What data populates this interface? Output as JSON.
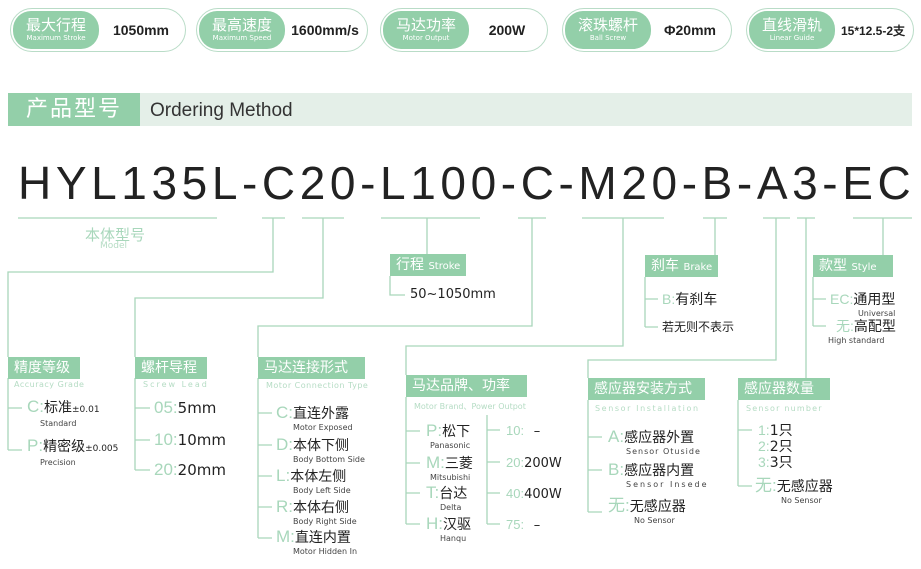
{
  "specs": [
    {
      "cn": "最大行程",
      "en": "Maximum Stroke",
      "value": "1050mm"
    },
    {
      "cn": "最高速度",
      "en": "Maximum Speed",
      "value": "1600mm/s"
    },
    {
      "cn": "马达功率",
      "en": "Motor Output",
      "value": "200W"
    },
    {
      "cn": "滚珠螺杆",
      "en": "Ball Screw",
      "value": "Φ20mm"
    },
    {
      "cn": "直线滑轨",
      "en": "Linear Guide",
      "value": "15*12.5-2支"
    }
  ],
  "section": {
    "cn": "产品型号",
    "en": "Ordering Method"
  },
  "model_code": "HYL135L-C20-L100-C-M20-B-A3-EC",
  "model": {
    "cn": "本体型号",
    "en": "Model"
  },
  "stroke": {
    "cn": "行程",
    "en": "Stroke",
    "value": "50~1050mm"
  },
  "brake": {
    "cn": "刹车",
    "en": "Brake",
    "items": [
      {
        "k": "B",
        "v": "有刹车"
      }
    ],
    "note": "若无则不表示"
  },
  "style": {
    "cn": "款型",
    "en": "Style",
    "items": [
      {
        "k": "EC",
        "v": "通用型",
        "d": "Universal"
      },
      {
        "k": "无",
        "v": "高配型",
        "d": "High standard"
      }
    ]
  },
  "accuracy": {
    "cn": "精度等级",
    "en": "Accuracy Grade",
    "items": [
      {
        "k": "C",
        "v": "标准",
        "t": "±0.01",
        "d": "Standard"
      },
      {
        "k": "P",
        "v": "精密级",
        "t": "±0.005",
        "d": "Precision"
      }
    ]
  },
  "lead": {
    "cn": "螺杆导程",
    "en": "Screw Lead",
    "items": [
      {
        "k": "05",
        "v": "5mm"
      },
      {
        "k": "10",
        "v": "10mm"
      },
      {
        "k": "20",
        "v": "20mm"
      }
    ]
  },
  "connection": {
    "cn": "马达连接形式",
    "en": "Motor Connection Type",
    "items": [
      {
        "k": "C",
        "v": "直连外露",
        "d": "Motor Exposed"
      },
      {
        "k": "D",
        "v": "本体下侧",
        "d": "Body Bottom Side"
      },
      {
        "k": "L",
        "v": "本体左侧",
        "d": "Body Left Side"
      },
      {
        "k": "R",
        "v": "本体右侧",
        "d": "Body Right Side"
      },
      {
        "k": "M",
        "v": "直连内置",
        "d": "Motor Hidden In"
      }
    ]
  },
  "motor": {
    "cn": "马达品牌、功率",
    "en": "Motor Brand、Power Outpot",
    "brands": [
      {
        "k": "P",
        "v": "松下",
        "d": "Panasonic"
      },
      {
        "k": "M",
        "v": "三菱",
        "d": "Mitsubishi"
      },
      {
        "k": "T",
        "v": "台达",
        "d": "Delta"
      },
      {
        "k": "H",
        "v": "汉驱",
        "d": "Hanqu"
      }
    ],
    "powers": [
      {
        "k": "10",
        "v": "–"
      },
      {
        "k": "20",
        "v": "200W"
      },
      {
        "k": "40",
        "v": "400W"
      },
      {
        "k": "75",
        "v": "–"
      }
    ]
  },
  "sensor_install": {
    "cn": "感应器安装方式",
    "en": "Sensor Installation",
    "items": [
      {
        "k": "A",
        "v": "感应器外置",
        "d": "Sensor Otuside"
      },
      {
        "k": "B",
        "v": "感应器内置",
        "d": "Sensor Insede"
      },
      {
        "k": "无",
        "v": "无感应器",
        "d": "No Sensor"
      }
    ]
  },
  "sensor_count": {
    "cn": "感应器数量",
    "en": "Sensor number",
    "items": [
      {
        "k": "1",
        "v": "1只"
      },
      {
        "k": "2",
        "v": "2只"
      },
      {
        "k": "3",
        "v": "3只"
      },
      {
        "k": "无",
        "v": "无感应器",
        "d": "No Sensor"
      }
    ]
  }
}
